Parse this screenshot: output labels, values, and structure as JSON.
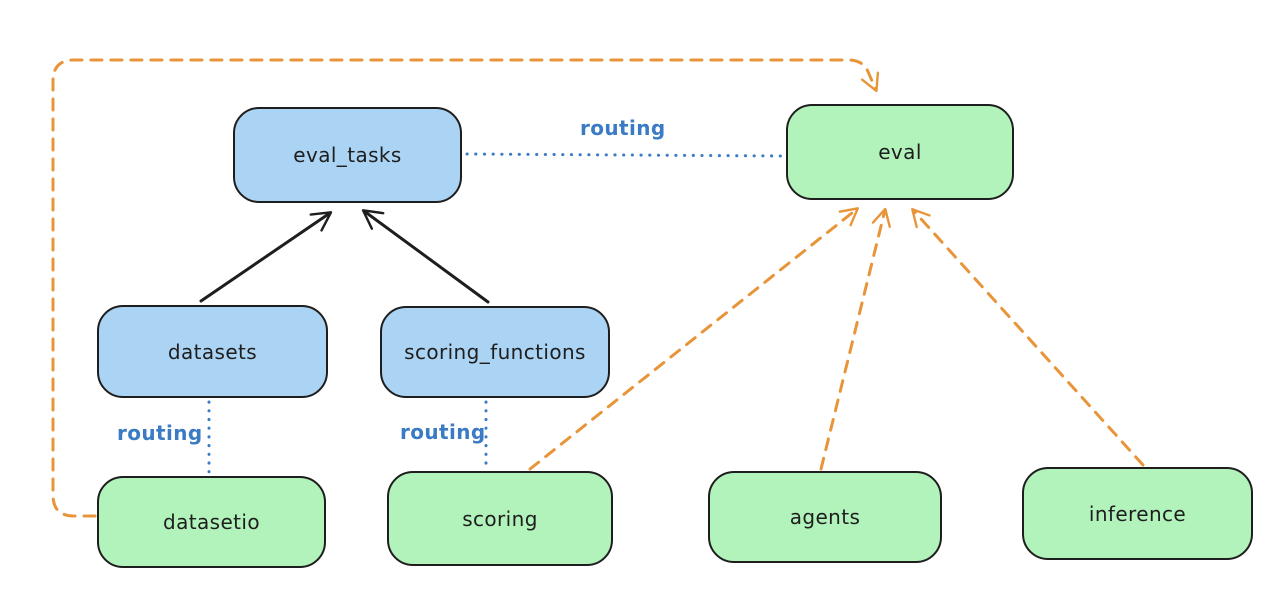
{
  "diagram": {
    "nodes": {
      "eval_tasks": {
        "label": "eval_tasks",
        "color_group": "blue"
      },
      "eval": {
        "label": "eval",
        "color_group": "green"
      },
      "datasets": {
        "label": "datasets",
        "color_group": "blue"
      },
      "scoring_functions": {
        "label": "scoring_functions",
        "color_group": "blue"
      },
      "datasetio": {
        "label": "datasetio",
        "color_group": "green"
      },
      "scoring": {
        "label": "scoring",
        "color_group": "green"
      },
      "agents": {
        "label": "agents",
        "color_group": "green"
      },
      "inference": {
        "label": "inference",
        "color_group": "green"
      }
    },
    "edges": [
      {
        "from": "datasets",
        "to": "eval_tasks",
        "style": "solid-black-arrow",
        "label": ""
      },
      {
        "from": "scoring_functions",
        "to": "eval_tasks",
        "style": "solid-black-arrow",
        "label": ""
      },
      {
        "from": "eval_tasks",
        "to": "eval",
        "style": "dotted-blue",
        "label": "routing"
      },
      {
        "from": "datasets",
        "to": "datasetio",
        "style": "dotted-blue",
        "label": "routing"
      },
      {
        "from": "scoring_functions",
        "to": "scoring",
        "style": "dotted-blue",
        "label": "routing"
      },
      {
        "from": "datasetio",
        "to": "eval",
        "style": "dashed-orange-arrow",
        "label": ""
      },
      {
        "from": "scoring",
        "to": "eval",
        "style": "dashed-orange-arrow",
        "label": ""
      },
      {
        "from": "agents",
        "to": "eval",
        "style": "dashed-orange-arrow",
        "label": ""
      },
      {
        "from": "inference",
        "to": "eval",
        "style": "dashed-orange-arrow",
        "label": ""
      }
    ],
    "edge_labels": {
      "routing": "routing"
    }
  },
  "colors": {
    "canvas": "#ffffff",
    "node-blue": "#abd4f4",
    "node-green": "#b2f2bb",
    "stroke-dark": "#1e1e1e",
    "accent-orange": "#e8953a",
    "accent-blue": "#3b7bc4"
  }
}
